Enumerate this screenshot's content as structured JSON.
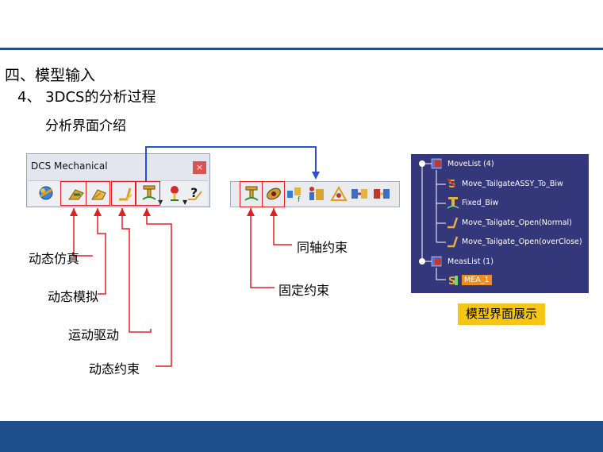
{
  "slide": {
    "heading1": "四、模型输入",
    "heading2": "4、 3DCS的分析过程",
    "heading3": "分析界面介绍"
  },
  "toolbar1": {
    "title": "DCS Mechanical",
    "close_label": "×"
  },
  "callouts": {
    "dynamic_simulation": "动态仿真",
    "dynamic_modeling": "动态模拟",
    "motion_drive": "运动驱动",
    "dynamic_constraint": "动态约束",
    "coaxial_constraint": "同轴约束",
    "fixed_constraint": "固定约束"
  },
  "tree": {
    "items": [
      {
        "label": "MoveList (4)"
      },
      {
        "label": "Move_TailgateASSY_To_Biw"
      },
      {
        "label": "Fixed_Biw"
      },
      {
        "label": "Move_Tailgate_Open(Normal)"
      },
      {
        "label": "Move_Tailgate_Open(overClose)"
      },
      {
        "label": "MeasList (1)"
      },
      {
        "label": "MEA_1"
      }
    ]
  },
  "tree_caption": "模型界面展示",
  "colors": {
    "accent_blue": "#1f4e8c",
    "callout_red": "#e02020",
    "link_blue": "#2d4fd1",
    "tree_bg": "#34377a",
    "badge_yellow": "#f5c518"
  }
}
